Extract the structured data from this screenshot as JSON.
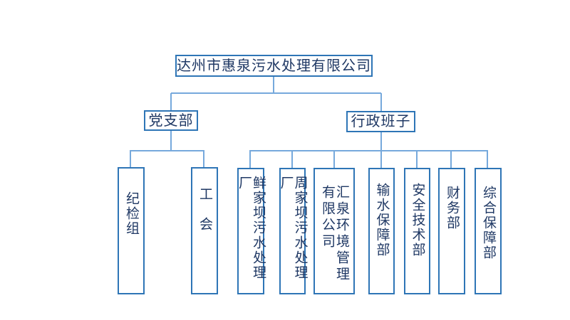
{
  "colors": {
    "background": "#ffffff",
    "box_border": "#2e75b6",
    "connector": "#76a9dc",
    "text": "#1f3864"
  },
  "org_chart": {
    "type": "organization-chart",
    "root": {
      "label": "达州市惠泉污水处理有限公司"
    },
    "branches": [
      {
        "label": "党支部",
        "children": [
          {
            "label": "纪检组"
          },
          {
            "label": "工　会"
          }
        ]
      },
      {
        "label": "行政班子",
        "children": [
          {
            "label": "鲜家坝污水处理厂"
          },
          {
            "label": "周家坝污水处理厂"
          },
          {
            "label": "汇泉环境管理\n有限公司"
          },
          {
            "label": "输水保障部"
          },
          {
            "label": "安全技术部"
          },
          {
            "label": "财务部"
          },
          {
            "label": "综合保障部"
          }
        ]
      }
    ]
  }
}
